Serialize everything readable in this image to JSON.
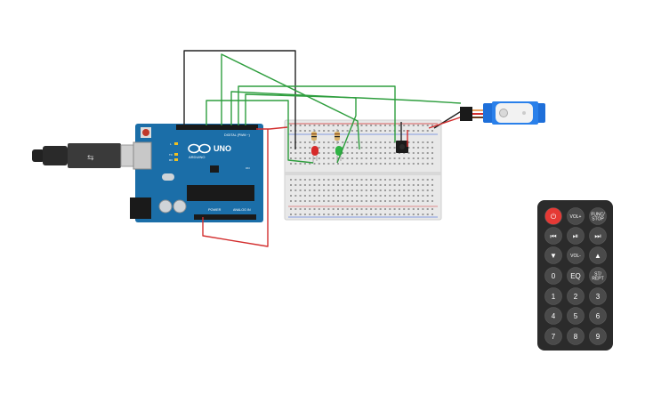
{
  "arduino": {
    "model": "UNO",
    "brand": "ARDUINO",
    "header_digital": "DIGITAL (PWM ~)",
    "header_power": "POWER",
    "header_analog": "ANALOG IN",
    "label_tx": "TX",
    "label_rx": "RX",
    "label_l": "L",
    "label_on": "ON"
  },
  "remote": {
    "rows": [
      [
        {
          "id": "power",
          "label": "⏻",
          "icon": "power-icon",
          "color": "#e53935"
        },
        {
          "id": "vol-plus",
          "label": "VOL+"
        },
        {
          "id": "func-stop",
          "label": "FUNC/STOP"
        }
      ],
      [
        {
          "id": "prev",
          "label": "⏮",
          "icon": "previous-icon"
        },
        {
          "id": "play-pause",
          "label": "⏯",
          "icon": "play-pause-icon"
        },
        {
          "id": "next",
          "label": "⏭",
          "icon": "next-icon"
        }
      ],
      [
        {
          "id": "down",
          "label": "▼",
          "icon": "arrow-down-icon"
        },
        {
          "id": "vol-minus",
          "label": "VOL-"
        },
        {
          "id": "up",
          "label": "▲",
          "icon": "arrow-up-icon"
        }
      ],
      [
        {
          "id": "zero",
          "label": "0"
        },
        {
          "id": "eq",
          "label": "EQ"
        },
        {
          "id": "st-rept",
          "label": "ST/REPT"
        }
      ],
      [
        {
          "id": "one",
          "label": "1"
        },
        {
          "id": "two",
          "label": "2"
        },
        {
          "id": "three",
          "label": "3"
        }
      ],
      [
        {
          "id": "four",
          "label": "4"
        },
        {
          "id": "five",
          "label": "5"
        },
        {
          "id": "six",
          "label": "6"
        }
      ],
      [
        {
          "id": "seven",
          "label": "7"
        },
        {
          "id": "eight",
          "label": "8"
        },
        {
          "id": "nine",
          "label": "9"
        }
      ]
    ]
  },
  "colors": {
    "board": "#1b6ea8",
    "breadboard": "#e8e8e8",
    "wire_green": "#2e9e3e",
    "wire_black": "#222222",
    "wire_red": "#d32f2f",
    "servo": "#1e6fd9",
    "remote_body": "#2b2b2b",
    "remote_button": "#4a4a4a",
    "led_red": "#d62a2a",
    "led_green": "#2fb344"
  }
}
